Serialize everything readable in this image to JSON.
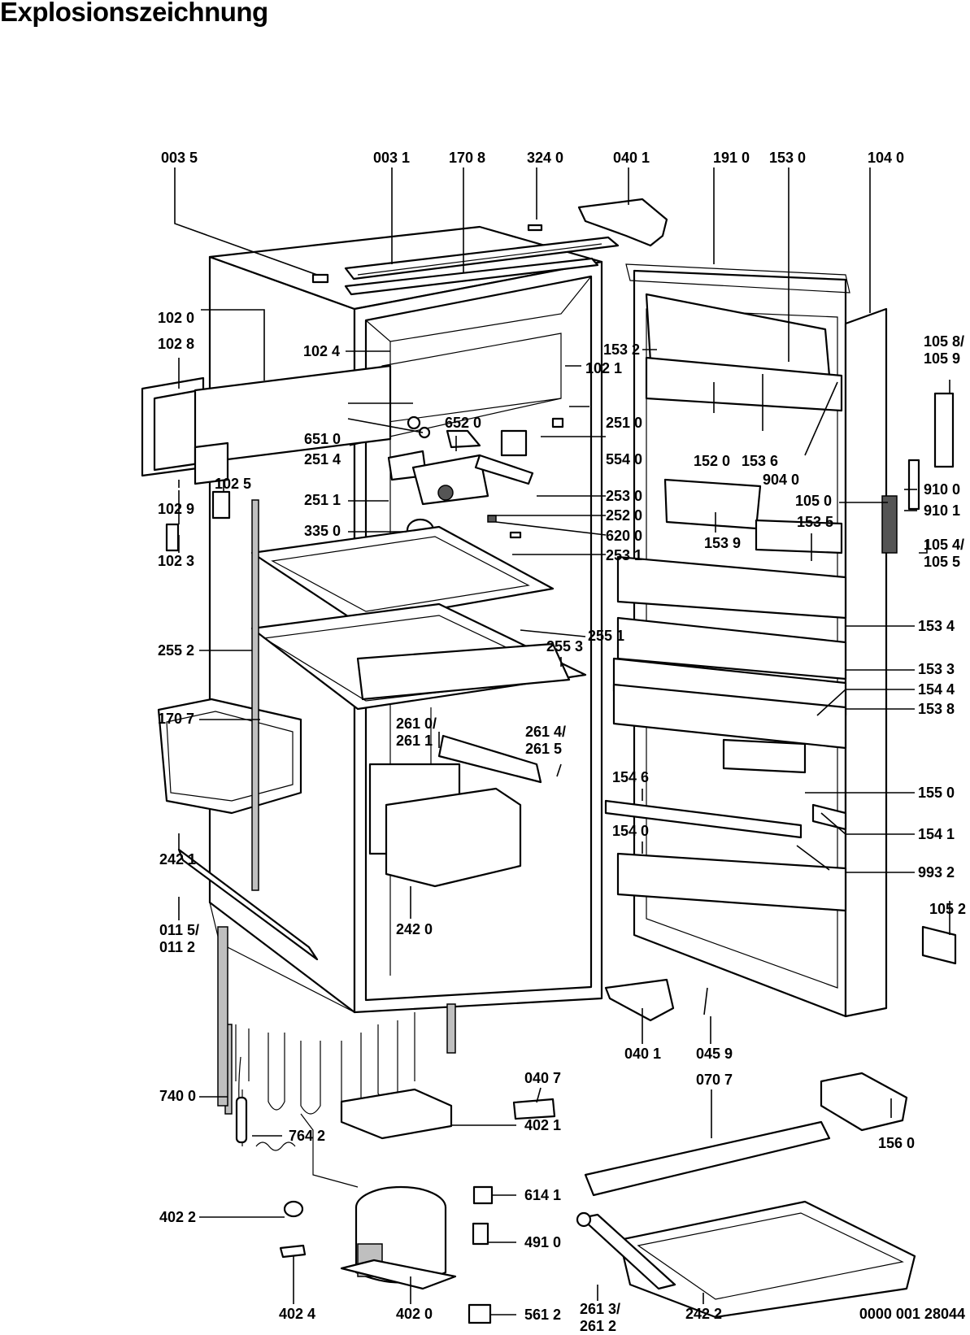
{
  "title": "Explosionszeichnung",
  "document_number": "0000 001 28044",
  "labels": [
    {
      "id": "003-5",
      "text": "003 5"
    },
    {
      "id": "003-1",
      "text": "003 1"
    },
    {
      "id": "170-8",
      "text": "170 8"
    },
    {
      "id": "324-0",
      "text": "324 0"
    },
    {
      "id": "040-1-top",
      "text": "040 1"
    },
    {
      "id": "191-0",
      "text": "191 0"
    },
    {
      "id": "153-0",
      "text": "153 0"
    },
    {
      "id": "104-0",
      "text": "104 0"
    },
    {
      "id": "102-0",
      "text": "102 0"
    },
    {
      "id": "102-8",
      "text": "102 8"
    },
    {
      "id": "102-4",
      "text": "102 4"
    },
    {
      "id": "153-2",
      "text": "153 2"
    },
    {
      "id": "102-1",
      "text": "102 1"
    },
    {
      "id": "105-8-9",
      "text": "105 8/\n105 9"
    },
    {
      "id": "652-0",
      "text": "652 0"
    },
    {
      "id": "251-0",
      "text": "251 0"
    },
    {
      "id": "651-0",
      "text": "651 0"
    },
    {
      "id": "251-4",
      "text": "251 4"
    },
    {
      "id": "554-0",
      "text": "554 0"
    },
    {
      "id": "152-0",
      "text": "152 0"
    },
    {
      "id": "153-6",
      "text": "153 6"
    },
    {
      "id": "904-0",
      "text": "904 0"
    },
    {
      "id": "102-5",
      "text": "102 5"
    },
    {
      "id": "251-1",
      "text": "251 1"
    },
    {
      "id": "253-0",
      "text": "253 0"
    },
    {
      "id": "910-0",
      "text": "910 0"
    },
    {
      "id": "102-9",
      "text": "102 9"
    },
    {
      "id": "252-0",
      "text": "252 0"
    },
    {
      "id": "105-0",
      "text": "105 0"
    },
    {
      "id": "910-1",
      "text": "910 1"
    },
    {
      "id": "335-0",
      "text": "335 0"
    },
    {
      "id": "620-0",
      "text": "620 0"
    },
    {
      "id": "153-5",
      "text": "153 5"
    },
    {
      "id": "253-1",
      "text": "253 1"
    },
    {
      "id": "105-4-5",
      "text": "105 4/\n105 5"
    },
    {
      "id": "102-3",
      "text": "102 3"
    },
    {
      "id": "153-9",
      "text": "153 9"
    },
    {
      "id": "255-1",
      "text": "255 1"
    },
    {
      "id": "153-4",
      "text": "153 4"
    },
    {
      "id": "255-2",
      "text": "255 2"
    },
    {
      "id": "255-3",
      "text": "255 3"
    },
    {
      "id": "153-3",
      "text": "153 3"
    },
    {
      "id": "154-4",
      "text": "154 4"
    },
    {
      "id": "170-7",
      "text": "170 7"
    },
    {
      "id": "153-8",
      "text": "153 8"
    },
    {
      "id": "261-0-1",
      "text": "261 0/\n261 1"
    },
    {
      "id": "261-4-5",
      "text": "261 4/\n261 5"
    },
    {
      "id": "154-6",
      "text": "154 6"
    },
    {
      "id": "155-0",
      "text": "155 0"
    },
    {
      "id": "154-0",
      "text": "154 0"
    },
    {
      "id": "154-1",
      "text": "154 1"
    },
    {
      "id": "242-1",
      "text": "242 1"
    },
    {
      "id": "993-2",
      "text": "993 2"
    },
    {
      "id": "105-2",
      "text": "105 2"
    },
    {
      "id": "011-5-2",
      "text": "011 5/\n011 2"
    },
    {
      "id": "242-0",
      "text": "242 0"
    },
    {
      "id": "040-1-bottom",
      "text": "040 1"
    },
    {
      "id": "045-9",
      "text": "045 9"
    },
    {
      "id": "740-0",
      "text": "740 0"
    },
    {
      "id": "040-7",
      "text": "040 7"
    },
    {
      "id": "070-7",
      "text": "070 7"
    },
    {
      "id": "156-0",
      "text": "156 0"
    },
    {
      "id": "764-2",
      "text": "764 2"
    },
    {
      "id": "402-1",
      "text": "402 1"
    },
    {
      "id": "614-1",
      "text": "614 1"
    },
    {
      "id": "402-2",
      "text": "402 2"
    },
    {
      "id": "491-0",
      "text": "491 0"
    },
    {
      "id": "561-2",
      "text": "561 2"
    },
    {
      "id": "402-4",
      "text": "402 4"
    },
    {
      "id": "402-0",
      "text": "402 0"
    },
    {
      "id": "261-3-2",
      "text": "261 3/\n261 2"
    },
    {
      "id": "242-2",
      "text": "242 2"
    }
  ]
}
